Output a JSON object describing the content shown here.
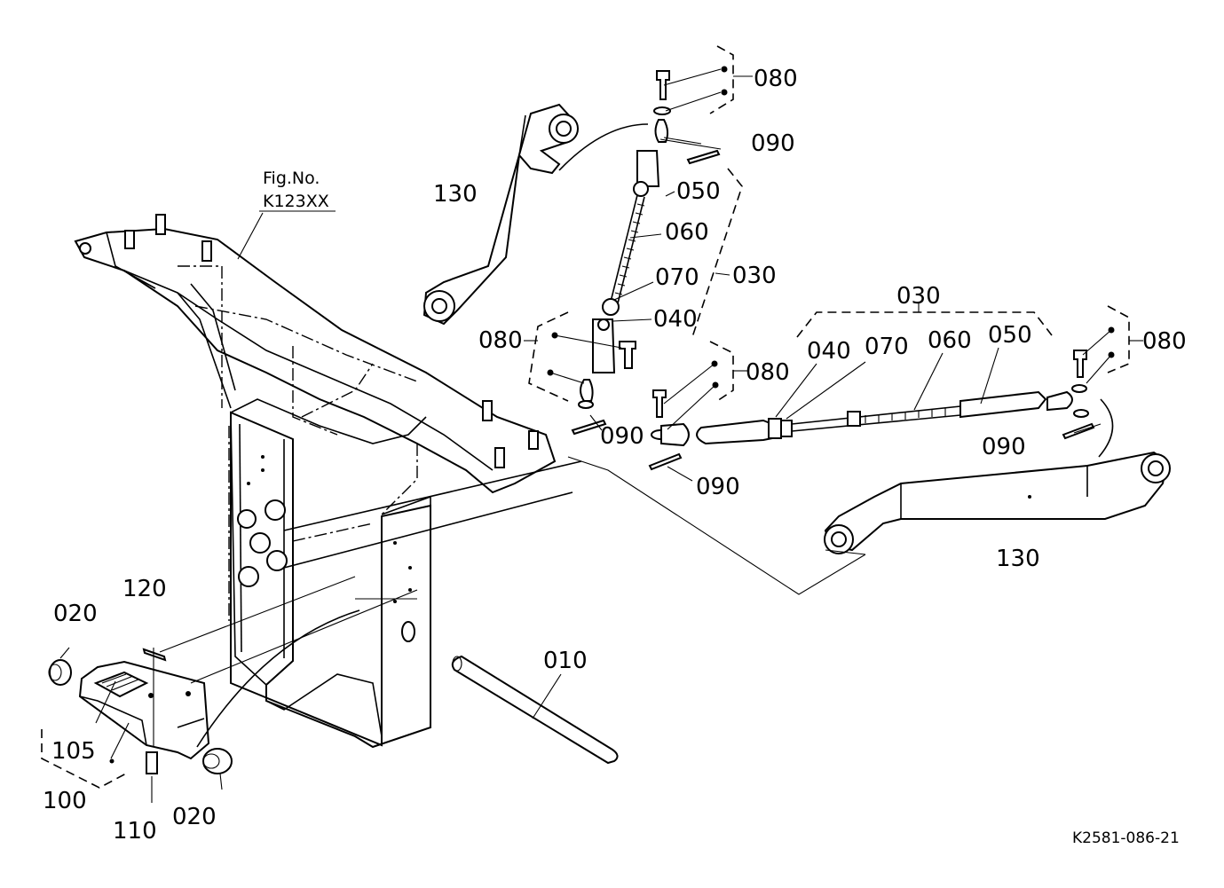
{
  "figure_ref": {
    "line1": "Fig.No.",
    "line2": "K123XX"
  },
  "drawing_code": "K2581-086-21",
  "labels": {
    "p010": "010",
    "p020_left": "020",
    "p020_bottom": "020",
    "p030_vertical": "030",
    "p030_horizontal": "030",
    "p040_vertical": "040",
    "p040_horizontal": "040",
    "p050_vertical": "050",
    "p050_horizontal": "050",
    "p060_vertical": "060",
    "p060_horizontal": "060",
    "p070_vertical": "070",
    "p070_horizontal": "070",
    "p080_top": "080",
    "p080_left": "080",
    "p080_center": "080",
    "p080_right": "080",
    "p090_top": "090",
    "p090_center": "090",
    "p090_lower": "090",
    "p090_right": "090",
    "p100": "100",
    "p105": "105",
    "p110": "110",
    "p120": "120",
    "p130_upper": "130",
    "p130_lower": "130"
  }
}
